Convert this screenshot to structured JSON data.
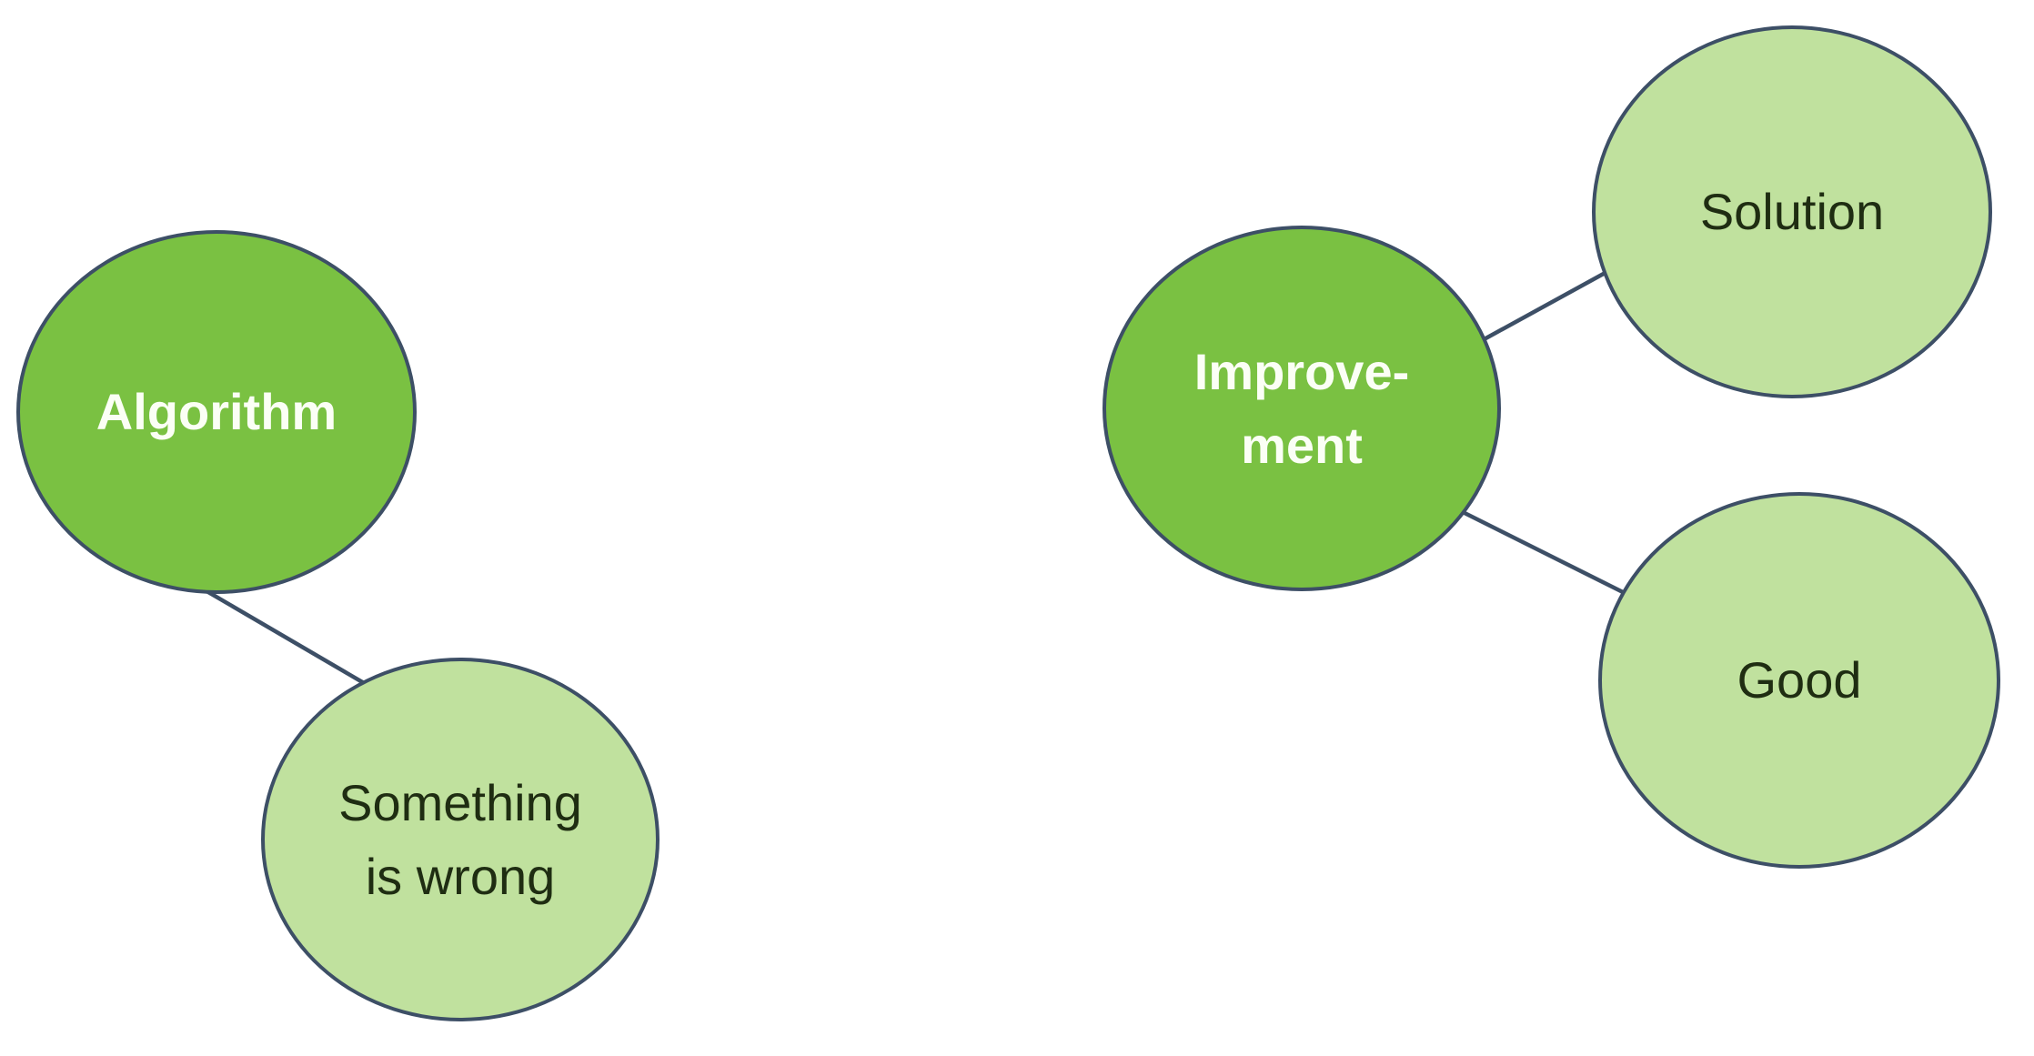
{
  "diagram": {
    "type": "bubble-map",
    "colors": {
      "background": "#ffffff",
      "node_dark_fill": "#7AC142",
      "node_light_fill": "#C0E19E",
      "node_border": "#3D4F66",
      "connector": "#3D4F66",
      "text_on_dark": "#FBFFF5",
      "text_on_light": "#1F2D12"
    },
    "nodes": {
      "algorithm": {
        "label": "Algorithm",
        "emphasis": "dark",
        "lines": [
          "Algorithm"
        ]
      },
      "something": {
        "label": "Something is wrong",
        "emphasis": "light",
        "lines": [
          "Something",
          "is wrong"
        ]
      },
      "improvement": {
        "label": "Improve-ment",
        "emphasis": "dark",
        "lines": [
          "Improve-",
          "ment"
        ]
      },
      "solution": {
        "label": "Solution",
        "emphasis": "light",
        "lines": [
          "Solution"
        ]
      },
      "good": {
        "label": "Good",
        "emphasis": "light",
        "lines": [
          "Good"
        ]
      }
    },
    "edges": [
      {
        "from": "algorithm",
        "to": "something"
      },
      {
        "from": "improvement",
        "to": "solution"
      },
      {
        "from": "improvement",
        "to": "good"
      }
    ]
  }
}
